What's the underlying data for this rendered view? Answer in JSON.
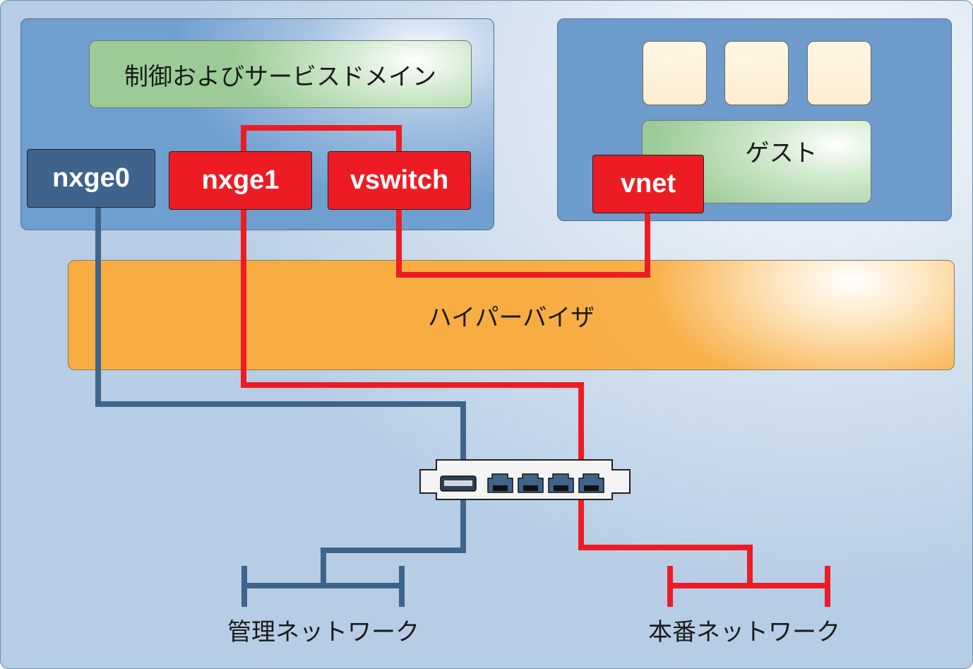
{
  "control_domain": {
    "label": "制御およびサービスドメイン"
  },
  "guest_domain": {
    "label": "ゲスト"
  },
  "hypervisor": {
    "label": "ハイパーバイザ"
  },
  "devices": {
    "nxge0": "nxge0",
    "nxge1": "nxge1",
    "vswitch": "vswitch",
    "vnet": "vnet"
  },
  "networks": {
    "management": "管理ネットワーク",
    "production": "本番ネットワーク"
  },
  "colors": {
    "management_line": "#3f648c",
    "production_line": "#ed1c24",
    "hypervisor": "#f8ad43",
    "domain": "#6d9ccd"
  }
}
